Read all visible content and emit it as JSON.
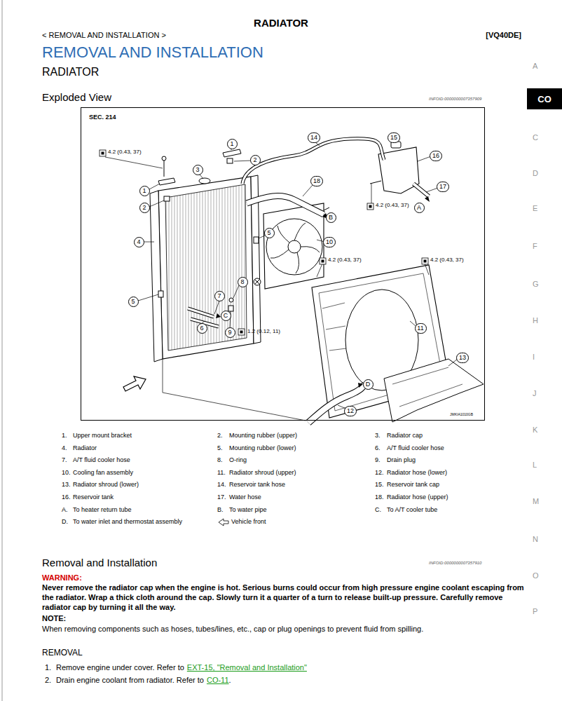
{
  "diagram": {
    "title": "REMOVAL AND INSTALLATION",
    "nodes": [
      {
        "text": [
          "CO"
        ]
      },
      {
        "text": [
          "SEC. 214"
        ]
      },
      {
        "text": [
          "1"
        ],
        "in": 1
      },
      {
        "text": [
          "14"
        ],
        "in": 1
      },
      {
        "text": [
          "15"
        ],
        "in": 1
      },
      {
        "text": [
          "2"
        ],
        "in": 1
      },
      {
        "text": [
          "16"
        ],
        "in": 1
      },
      {
        "text": [
          "3"
        ],
        "in": 1
      },
      {
        "text": [
          "18"
        ],
        "in": 1
      },
      {
        "text": [
          "17"
        ],
        "in": 1
      },
      {
        "text": [
          "1"
        ],
        "in": 1
      },
      {
        "text": [
          "2"
        ],
        "in": 1
      },
      {
        "text": [
          "A"
        ],
        "in": 1
      },
      {
        "text": [
          "B"
        ],
        "in": 1
      },
      {
        "text": [
          "5"
        ],
        "in": 1
      },
      {
        "text": [
          "10"
        ],
        "in": 1
      },
      {
        "text": [
          "4"
        ],
        "in": 1
      },
      {
        "text": [
          "8"
        ],
        "in": 1
      },
      {
        "text": [
          "7"
        ],
        "in": 1
      },
      {
        "text": [
          "5"
        ],
        "in": 1
      },
      {
        "text": [
          "C"
        ],
        "in": 1
      },
      {
        "text": [
          "11"
        ],
        "in": 1
      },
      {
        "text": [
          "6"
        ],
        "in": 1
      },
      {
        "text": [
          "9"
        ],
        "in": 1
      },
      {
        "text": [
          "13"
        ],
        "in": 1
      },
      {
        "text": [
          "D"
        ],
        "in": 1
      },
      {
        "text": [
          "12"
        ],
        "in": 1
      }
    ],
    "labels": [
      "RADIATOR",
      "< REMOVAL AND INSTALLATION >",
      "[VQ40DE]",
      "RADIATOR",
      "Exploded View",
      "INFOID:0000000007357909",
      "A",
      "C",
      "D",
      "E",
      "F",
      "G",
      "H",
      "I",
      "J",
      "K",
      "L",
      "M",
      "N",
      "O",
      "P",
      "4.2 (0.43, 37)",
      "4.2 (0.43, 37)",
      "4.2 (0.43, 37)",
      "4.2 (0.43, 37)",
      "1.2 (0.12, 11)",
      "JMKIA1010GB",
      "1.",
      "Upper mount bracket",
      "2.",
      "Mounting rubber (upper)",
      "3.",
      "Radiator cap",
      "4.",
      "Radiator",
      "5.",
      "Mounting rubber (lower)",
      "6.",
      "A/T fluid cooler hose",
      "7.",
      "A/T fluid cooler hose",
      "8.",
      "O-ring",
      "9.",
      "Drain plug",
      "10.",
      "Cooling fan assembly",
      "11.",
      "Radiator shroud (upper)",
      "12.",
      "Radiator hose (lower)",
      "13.",
      "Radiator shroud (lower)",
      "14.",
      "Reservoir tank hose",
      "15.",
      "Reservoir tank cap",
      "16.",
      "Reservoir tank",
      "17.",
      "Water hose",
      "18.",
      "Radiator hose (upper)",
      "A.",
      "To heater return tube",
      "B.",
      "To water pipe",
      "C.",
      "To A/T cooler tube",
      "D.",
      "To water inlet and thermostat assembly",
      "Vehicle front",
      "Removal and Installation",
      "INFOID:0000000007357910",
      "WARNING:",
      "Never remove the radiator cap when the engine is hot. Serious burns could occur from high pressure engine coolant escaping from the radiator. Wrap a thick cloth around the cap. Slowly turn it a quarter of a turn to release built-up pressure. Carefully remove radiator cap by turning it all the way.",
      "NOTE:",
      "When removing components such as hoses, tubes/lines, etc., cap or plug openings to prevent fluid from spilling.",
      "REMOVAL",
      "1.",
      "Remove engine under cover. Refer to",
      "EXT-15, \"Removal and Installation\"",
      "2.",
      "Drain engine coolant from radiator. Refer to",
      "CO-11",
      "."
    ]
  }
}
